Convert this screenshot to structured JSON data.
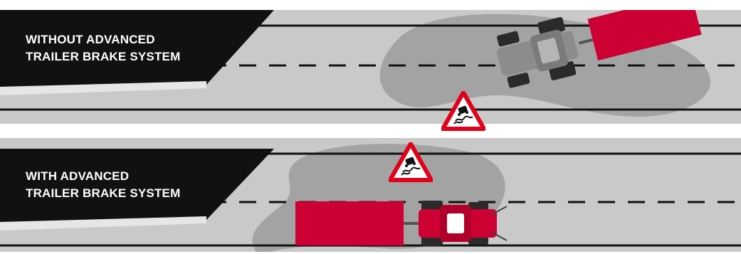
{
  "scenarios": [
    {
      "key": "without",
      "label_lines": [
        "WITHOUT ADVANCED",
        "TRAILER BRAKE SYSTEM"
      ],
      "tractor_color": "#8c8c8c",
      "trailer_color": "#cc0033"
    },
    {
      "key": "with",
      "label_lines": [
        "WITH ADVANCED",
        "TRAILER BRAKE SYSTEM"
      ],
      "tractor_color": "#cc0033",
      "trailer_color": "#cc0033"
    }
  ],
  "warning_sign": {
    "icon": "slippery-road-icon",
    "border_color": "#e2001a"
  },
  "colors": {
    "road": "#c9c9c9",
    "ice_patch": "#a3a3a3",
    "label_bg": "#111111",
    "lane_line": "#111111"
  }
}
